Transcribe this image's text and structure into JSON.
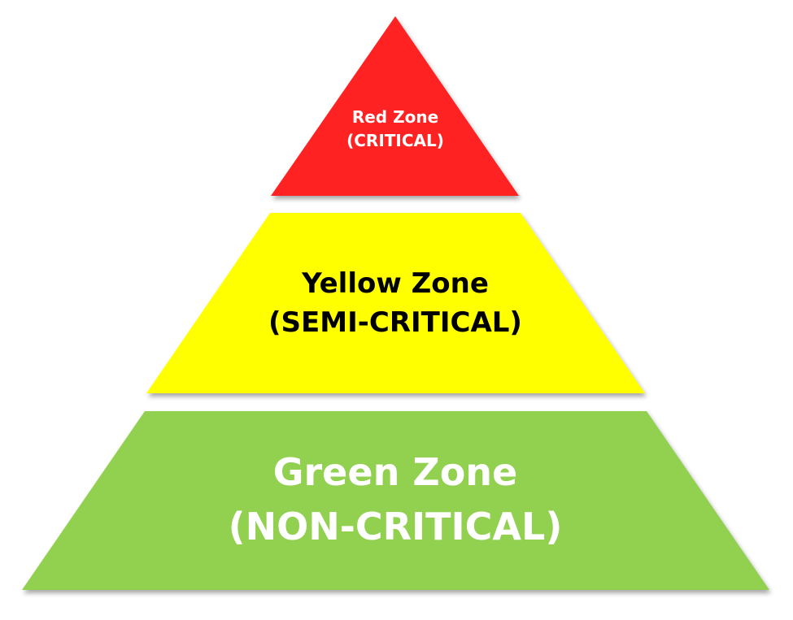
{
  "zones": [
    {
      "id": "red",
      "title": "Red Zone",
      "subtitle": "(CRITICAL)",
      "fill": "#ff2020",
      "text_color": "#ffffff"
    },
    {
      "id": "yellow",
      "title": "Yellow Zone",
      "subtitle": "(SEMI-CRITICAL)",
      "fill": "#ffff00",
      "text_color": "#000000"
    },
    {
      "id": "green",
      "title": "Green Zone",
      "subtitle": "(NON-CRITICAL)",
      "fill": "#92d050",
      "text_color": "#ffffff"
    }
  ]
}
